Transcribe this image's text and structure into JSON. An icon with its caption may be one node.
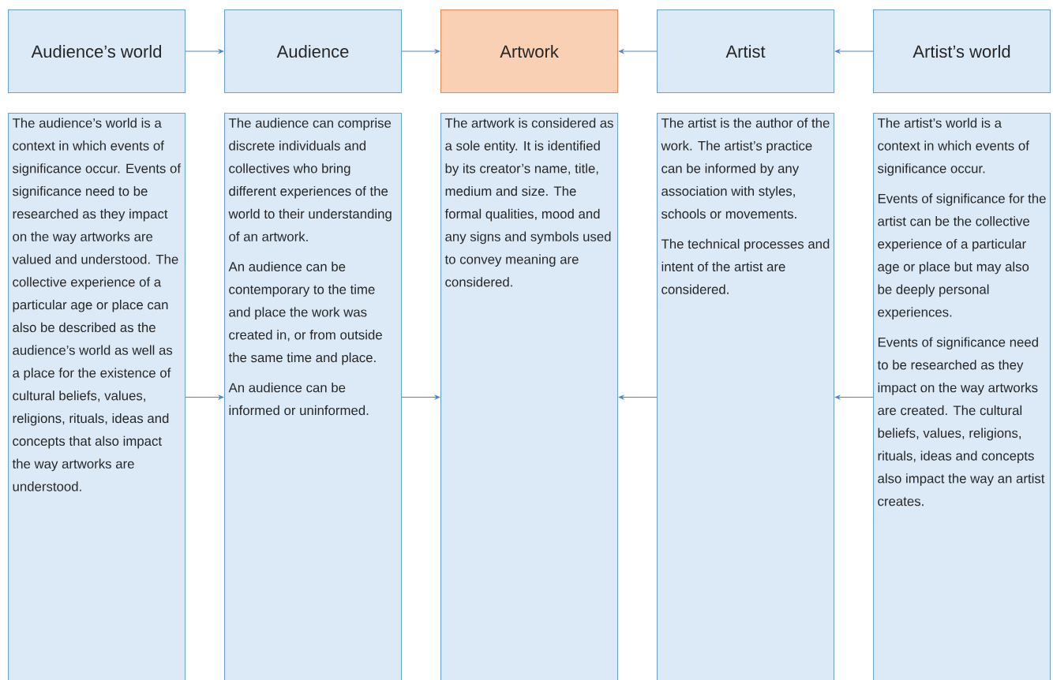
{
  "diagram": {
    "nodes": [
      {
        "text": [
          "Audience’s world"
        ]
      },
      {
        "text": [
          "Audience"
        ]
      },
      {
        "text": [
          "Artwork"
        ]
      },
      {
        "text": [
          "Artist"
        ]
      },
      {
        "text": [
          "Artist’s world"
        ]
      },
      {
        "text": [
          "The audience’s world is a context in which events of significance occur. Events of significance need to be researched as they impact on the way artworks are valued and understood. The collective experience of a particular age or place can also be described as the audience’s world as well as a place for the existence of cultural beliefs, values, religions, rituals, ideas and concepts that also impact the way artworks are understood."
        ]
      },
      {
        "text": [
          "The audience can comprise discrete individuals and collectives who bring different experiences of the world to their understanding of an artwork.",
          "An audience can be contemporary to the time and place the work was created in, or from outside the same time and place.",
          "An audience can be informed or uninformed."
        ]
      },
      {
        "text": [
          "The artwork is considered as a sole entity. It is identified by its creator’s name, title, medium and size. The formal qualities, mood and any signs and symbols used to convey meaning are considered."
        ]
      },
      {
        "text": [
          "The artist is the author of the work. The artist’s practice can be informed by any association with styles, schools or movements.",
          "The technical processes and intent of the artist are considered."
        ]
      },
      {
        "text": [
          "The artist’s world is a context in which events of significance occur.",
          "Events of significance for the artist can be the collective experience of a particular age or place but may also be deeply personal experiences.",
          "Events of significance need to be researched as they impact on the way artworks are created. The cultural beliefs, values, religions, rituals, ideas and concepts also impact the way an artist creates."
        ]
      }
    ],
    "edges": [
      {
        "from": 0,
        "to": 1,
        "arrow": "to"
      },
      {
        "from": 1,
        "to": 2,
        "arrow": "to"
      },
      {
        "from": 3,
        "to": 2,
        "arrow": "to"
      },
      {
        "from": 4,
        "to": 3,
        "arrow": "to"
      },
      {
        "from": 5,
        "to": 6,
        "arrow": "to"
      },
      {
        "from": 6,
        "to": 7,
        "arrow": "to"
      },
      {
        "from": 8,
        "to": 7,
        "arrow": "to"
      },
      {
        "from": 9,
        "to": 8,
        "arrow": "to"
      }
    ]
  }
}
